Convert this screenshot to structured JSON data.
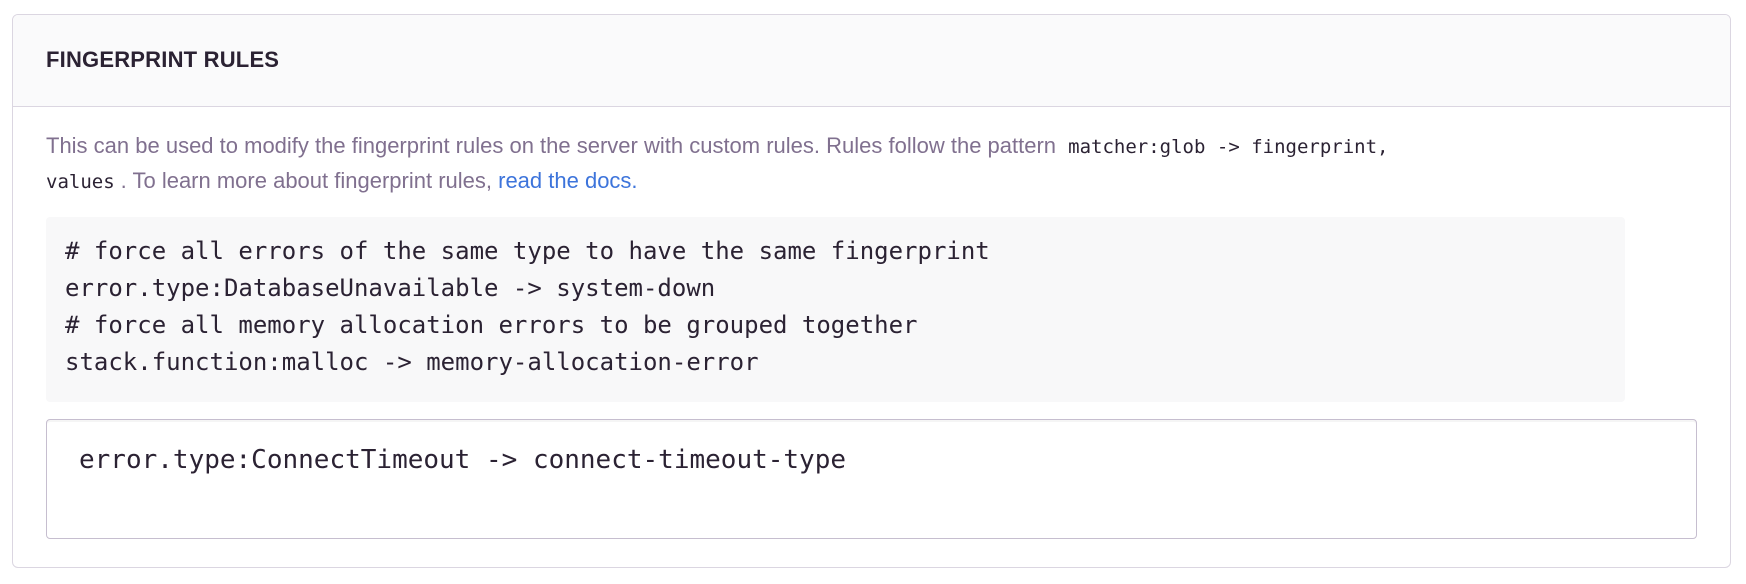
{
  "panel": {
    "title": "FINGERPRINT RULES",
    "help": {
      "text_1": "This can be used to modify the fingerprint rules on the server with custom rules. Rules follow the pattern",
      "code_1": "matcher:glob -> fingerprint,",
      "code_2": "values",
      "text_2": ". To learn more about fingerprint rules,",
      "link": "read the docs."
    },
    "example_lines": [
      "# force all errors of the same type to have the same fingerprint",
      "error.type:DatabaseUnavailable -> system-down",
      "# force all memory allocation errors to be grouped together",
      "stack.function:malloc -> memory-allocation-error"
    ],
    "rules_input": {
      "value": "error.type:ConnectTimeout -> connect-timeout-type"
    }
  },
  "colors": {
    "title": "#2b2233",
    "help_text": "#80708f",
    "link": "#3d74db",
    "border": "#dbd6e1",
    "header_bg": "#fafafb",
    "example_bg": "#f8f8f9"
  }
}
